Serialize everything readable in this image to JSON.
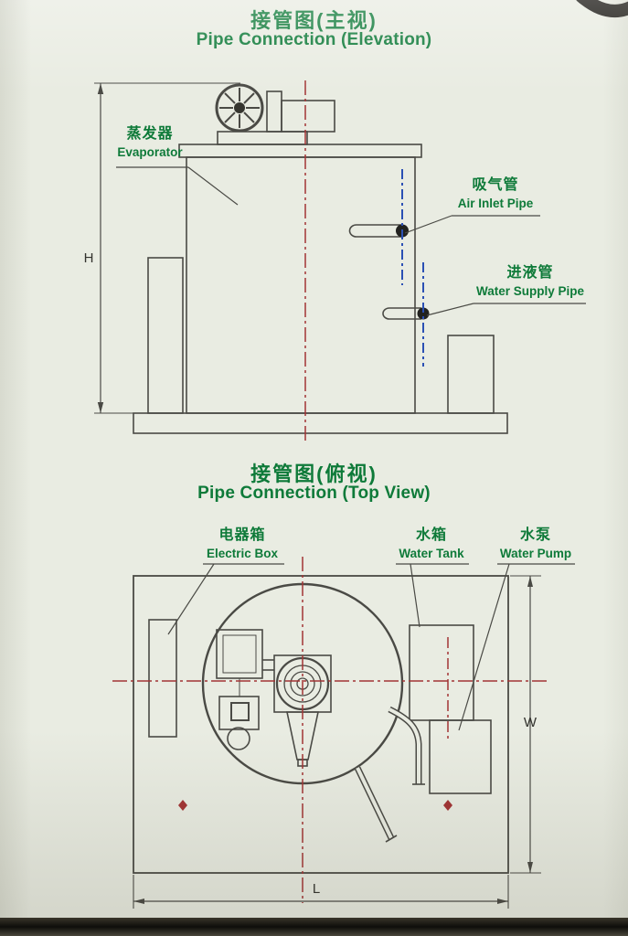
{
  "colors": {
    "paper": "#e9ece2",
    "ink": "#4a4a45",
    "accent_green": "#0e7a39",
    "centerline_red": "#a23434",
    "pipe_axis_blue": "#2b50b4"
  },
  "elevation": {
    "title_zh": "接管图(主视)",
    "title_en": "Pipe Connection (Elevation)",
    "callouts": {
      "evaporator": {
        "zh": "蒸发器",
        "en": "Evaporator"
      },
      "air_inlet": {
        "zh": "吸气管",
        "en": "Air Inlet Pipe"
      },
      "water_supply": {
        "zh": "进液管",
        "en": "Water Supply Pipe"
      }
    },
    "dims": {
      "height": "H"
    }
  },
  "top_view": {
    "title_zh": "接管图(俯视)",
    "title_en": "Pipe Connection (Top View)",
    "callouts": {
      "electric_box": {
        "zh": "电器箱",
        "en": "Electric Box"
      },
      "water_tank": {
        "zh": "水箱",
        "en": "Water Tank"
      },
      "water_pump": {
        "zh": "水泵",
        "en": "Water Pump"
      }
    },
    "dims": {
      "width": "W",
      "length": "L"
    }
  }
}
